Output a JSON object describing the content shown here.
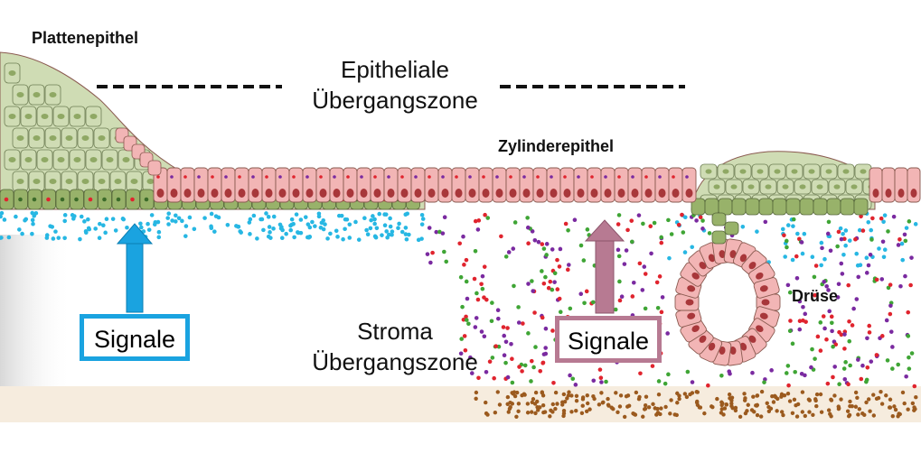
{
  "labels": {
    "squamous": "Plattenepithel",
    "epithelial_zone_line1": "Epitheliale",
    "epithelial_zone_line2": "Übergangszone",
    "columnar": "Zylinderepithel",
    "gland": "Drüse",
    "stroma_line1": "Stroma",
    "stroma_line2": "Übergangszone",
    "signal_left": "Signale",
    "signal_right": "Signale"
  },
  "colors": {
    "squamous_cell": "#cfdcb4",
    "squamous_nucleus": "#8fa864",
    "basal_cell": "#98b26a",
    "columnar_cell": "#f2b5b5",
    "columnar_nucleus": "#a8373a",
    "cell_outline": "#8a5a50",
    "signal_blue": "#1aa3e0",
    "signal_mauve": "#b77a92",
    "dot_red": "#e0242e",
    "dot_green": "#3fa535",
    "dot_purple": "#7a2aa0",
    "dot_cyan": "#27b7e3",
    "dot_brown": "#9b5a1e",
    "basement_band": "#f5ebdd"
  }
}
